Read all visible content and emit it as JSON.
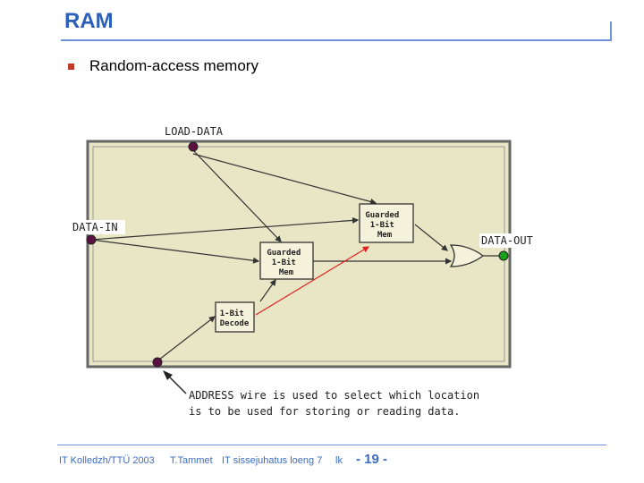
{
  "slide": {
    "title": "RAM",
    "bullet": "Random-access memory"
  },
  "diagram": {
    "load_data": "LOAD-DATA",
    "data_in": "DATA-IN",
    "data_out": "DATA-OUT",
    "mem_top": [
      "Guarded",
      "1-Bit",
      "Mem"
    ],
    "mem_mid": [
      "Guarded",
      "1-Bit",
      "Mem"
    ],
    "decode": [
      "1-Bit",
      "Decode"
    ],
    "note_line1": "ADDRESS wire is used to select which location",
    "note_line2": "is to be used for storing or reading data."
  },
  "footer": {
    "org": "IT Kolledzh/TTÜ 2003",
    "author": "T.Tammet",
    "course": "IT sissejuhatus loeng 7",
    "lk": "lk",
    "page": "- 19 -"
  },
  "colors": {
    "title": "#2b5fb8",
    "panel": "#e8e6c5",
    "red_wire": "#e02020",
    "pin_purple": "#5a1040",
    "pin_green": "#19a019"
  }
}
